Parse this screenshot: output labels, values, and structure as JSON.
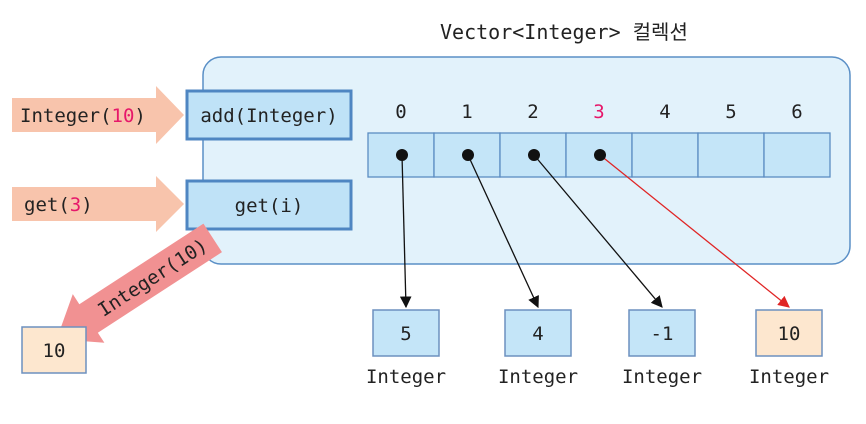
{
  "title": "Vector<Integer> 컬렉션",
  "methods": {
    "add_label": "add(Integer)",
    "get_label": "get(i)"
  },
  "inputs": {
    "add_arg_prefix": "Integer(",
    "add_arg_value": "10",
    "add_arg_suffix": ")",
    "get_arg_prefix": "get(",
    "get_arg_value": "3",
    "get_arg_suffix": ")"
  },
  "output": {
    "arrow_label": "Integer(10)",
    "result_value": "10"
  },
  "indices": [
    "0",
    "1",
    "2",
    "3",
    "4",
    "5",
    "6"
  ],
  "highlighted_index": 3,
  "objects": [
    {
      "value": "5",
      "type": "Integer",
      "from_index": 0,
      "highlighted": false
    },
    {
      "value": "4",
      "type": "Integer",
      "from_index": 1,
      "highlighted": false
    },
    {
      "value": "-1",
      "type": "Integer",
      "from_index": 2,
      "highlighted": false
    },
    {
      "value": "10",
      "type": "Integer",
      "from_index": 3,
      "highlighted": true
    }
  ],
  "colors": {
    "container_fill": "#e2f2fb",
    "container_stroke": "#5a8fc6",
    "method_fill": "#bfe2f7",
    "method_stroke": "#4f86c2",
    "cell_fill": "#c4e5f8",
    "cell_stroke": "#5b8cc2",
    "input_arrow": "#f8c4ac",
    "output_arrow": "#f19192",
    "result_fill": "#fde7cf",
    "result_stroke": "#6d90bf",
    "highlight": "#e6186a",
    "ref_red": "#e02525"
  }
}
